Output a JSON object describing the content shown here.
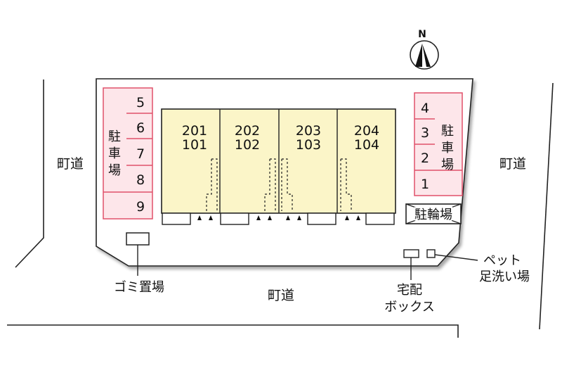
{
  "compass": {
    "letter": "N"
  },
  "roads": {
    "left": "町道",
    "right": "町道",
    "bottom": "町道"
  },
  "parking_left": {
    "label_chars": [
      "駐",
      "車",
      "場"
    ],
    "spaces": [
      "5",
      "6",
      "7",
      "8",
      "9"
    ]
  },
  "parking_right": {
    "label_chars": [
      "駐",
      "車",
      "場"
    ],
    "spaces": [
      "4",
      "3",
      "2",
      "1"
    ]
  },
  "units": [
    {
      "upper": "201",
      "lower": "101"
    },
    {
      "upper": "202",
      "lower": "102"
    },
    {
      "upper": "203",
      "lower": "103"
    },
    {
      "upper": "204",
      "lower": "104"
    }
  ],
  "bicycle_parking": "駐輪場",
  "garbage": "ゴミ置場",
  "delivery_box": {
    "line1": "宅配",
    "line2": "ボックス"
  },
  "pet_wash": {
    "line1": "ペット",
    "line2": "足洗い場"
  },
  "colors": {
    "parking_fill": "#fde6ea",
    "parking_stroke": "#e0506a",
    "building_fill": "#fbf5c8",
    "lot_fill": "#ffffff"
  }
}
